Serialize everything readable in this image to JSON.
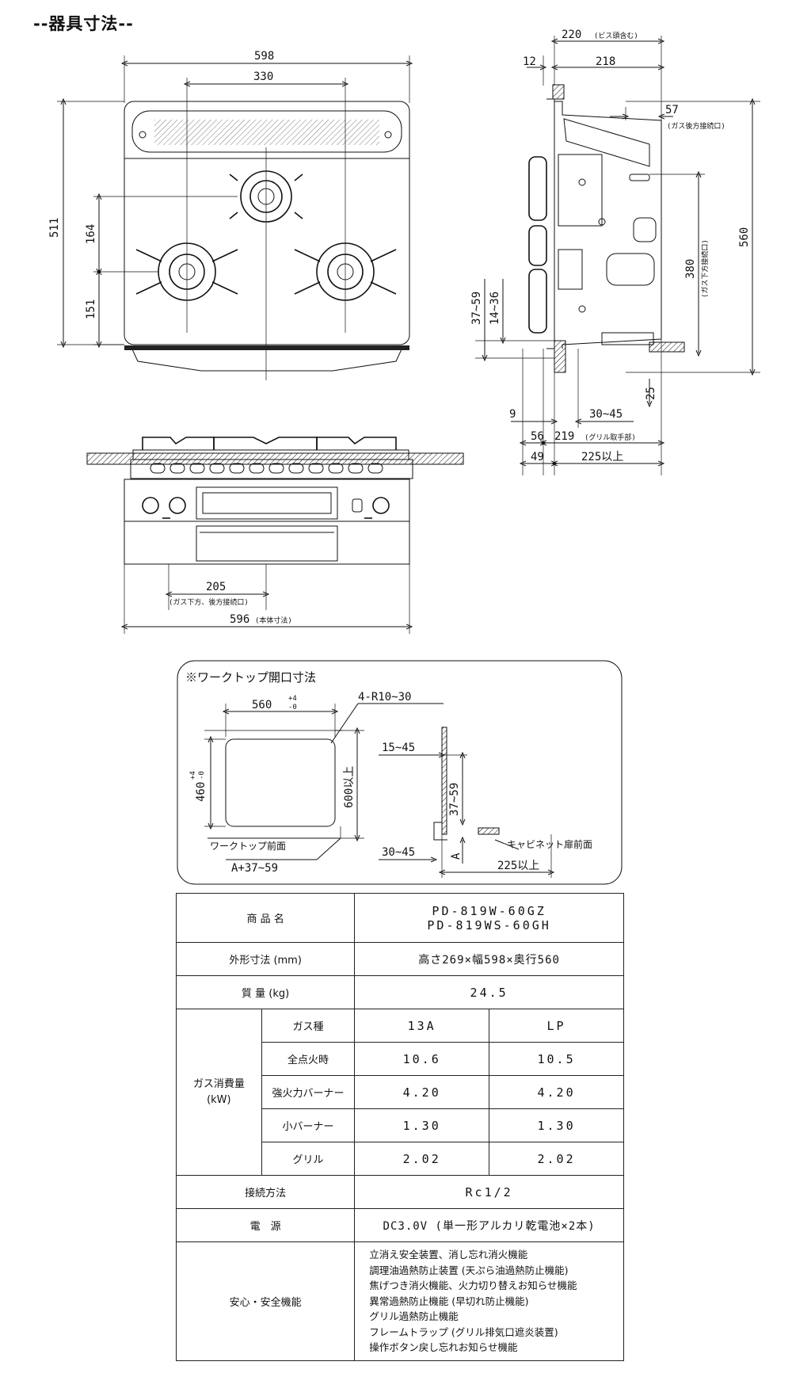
{
  "page_title": "--器具寸法--",
  "drawing": {
    "top_view": {
      "width_total": "598",
      "burner_spacing": "330",
      "depth_total": "511",
      "dim_164": "164",
      "dim_151": "151"
    },
    "side_view": {
      "top_dim": "220",
      "top_dim_note": "(ビス頭含む)",
      "dim_12": "12",
      "dim_218": "218",
      "dim_57": "57",
      "dim_57_note": "(ガス後方接続口)",
      "dim_560": "560",
      "dim_380": "380",
      "dim_380_note": "(ガス下方接続口)",
      "dim_37_59": "37~59",
      "dim_14_36": "14~36",
      "dim_25": "25",
      "dim_9": "9",
      "dim_30_45": "30~45",
      "dim_56": "56",
      "dim_219": "219",
      "dim_219_note": "(グリル取手部)",
      "dim_49": "49",
      "dim_225": "225以上"
    },
    "front_view": {
      "dim_205": "205",
      "dim_205_note": "(ガス下方、後方接続口)",
      "dim_596": "596",
      "dim_596_note": "(本体寸法)"
    },
    "cutout": {
      "title": "※ワークトップ開口寸法",
      "width": "560",
      "width_tol_plus": "+4",
      "width_tol_minus": "-0",
      "radius": "4-R10~30",
      "height": "460",
      "height_tol_plus": "+4",
      "height_tol_minus": "-0",
      "depth": "600以上",
      "front_label": "ワークトップ前面",
      "offset": "A+37~59",
      "dim_15_45": "15~45",
      "dim_37_59": "37~59",
      "dim_30_45": "30~45",
      "dim_A": "A",
      "cabinet_label": "キャビネット扉前面",
      "dim_225": "225以上"
    }
  },
  "spec_table": {
    "product_label": "商 品 名",
    "models": [
      "PD-819W-60GZ",
      "PD-819WS-60GH"
    ],
    "size_label": "外形寸法 (mm)",
    "size_value": "高さ269×幅598×奥行560",
    "mass_label": "質 量 (kg)",
    "mass_value": "24.5",
    "gas_consumption_label": "ガス消費量\n(kW)",
    "gas_type_label": "ガス種",
    "gas_types": [
      "13A",
      "LP"
    ],
    "rows": [
      {
        "label": "全点火時",
        "v13a": "10.6",
        "vlp": "10.5"
      },
      {
        "label": "強火力バーナー",
        "v13a": "4.20",
        "vlp": "4.20"
      },
      {
        "label": "小バーナー",
        "v13a": "1.30",
        "vlp": "1.30"
      },
      {
        "label": "グリル",
        "v13a": "2.02",
        "vlp": "2.02"
      }
    ],
    "connection_label": "接続方法",
    "connection_value": "Rc1/2",
    "power_label": "電　源",
    "power_value": "DC3.0V (単一形アルカリ乾電池×2本)",
    "safety_label": "安心・安全機能",
    "safety_features": [
      "立消え安全装置、消し忘れ消火機能",
      "調理油過熱防止装置 (天ぷら油過熱防止機能)",
      "焦げつき消火機能、火力切り替えお知らせ機能",
      "異常過熱防止機能 (早切れ防止機能)",
      "グリル過熱防止機能",
      "フレームトラップ (グリル排気口遮炎装置)",
      "操作ボタン戻し忘れお知らせ機能"
    ]
  }
}
